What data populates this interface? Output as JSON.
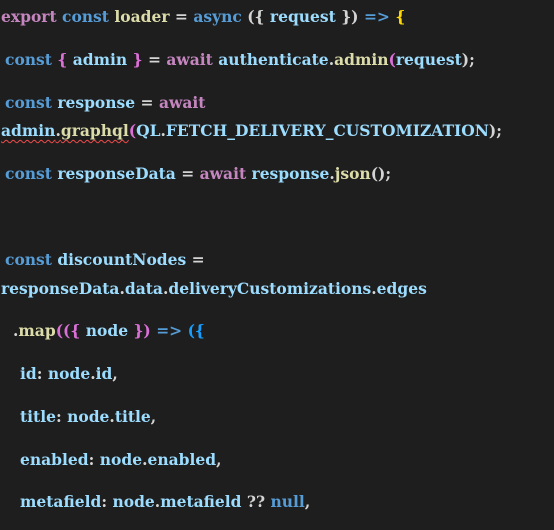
{
  "code": {
    "l1": {
      "t1": "export",
      "t2": "const",
      "t3": "loader",
      "t4": "=",
      "t5": "async",
      "t6": "({",
      "t7": "request",
      "t8": "})",
      "t9": "=>",
      "t10": "{"
    },
    "l2": {
      "t1": "const",
      "t2": "{",
      "t3": "admin",
      "t4": "}",
      "t5": "=",
      "t6": "await",
      "t7": "authenticate",
      "t8": ".",
      "t9": "admin",
      "t10": "(",
      "t11": "request",
      "t12": ");"
    },
    "l3": {
      "t1": "const",
      "t2": "response",
      "t3": "=",
      "t4": "await"
    },
    "l4": {
      "t1": "admin",
      "t2": ".",
      "t3": "graphql",
      "t4": "(",
      "t5": "QL",
      "t6": ".",
      "t7": "FETCH_DELIVERY_CUSTOMIZATION",
      "t8": ");"
    },
    "l5": {
      "t1": "const",
      "t2": "responseData",
      "t3": "=",
      "t4": "await",
      "t5": "response",
      "t6": ".",
      "t7": "json",
      "t8": "();"
    },
    "l6": {
      "t1": "const",
      "t2": "discountNodes",
      "t3": "="
    },
    "l7": {
      "t1": "responseData",
      "t2": ".",
      "t3": "data",
      "t4": ".",
      "t5": "deliveryCustomizations",
      "t6": ".",
      "t7": "edges"
    },
    "l8": {
      "t1": ".",
      "t2": "map",
      "t3": "(({",
      "t4": "node",
      "t5": "})",
      "t6": "=>",
      "t7": "({"
    },
    "l9": {
      "t1": "id",
      "t2": ":",
      "t3": "node",
      "t4": ".",
      "t5": "id",
      "t6": ","
    },
    "l10": {
      "t1": "title",
      "t2": ":",
      "t3": "node",
      "t4": ".",
      "t5": "title",
      "t6": ","
    },
    "l11": {
      "t1": "enabled",
      "t2": ":",
      "t3": "node",
      "t4": ".",
      "t5": "enabled",
      "t6": ","
    },
    "l12": {
      "t1": "metafield",
      "t2": ":",
      "t3": "node",
      "t4": ".",
      "t5": "metafield",
      "t6": "??",
      "t7": "null",
      "t8": ","
    }
  }
}
